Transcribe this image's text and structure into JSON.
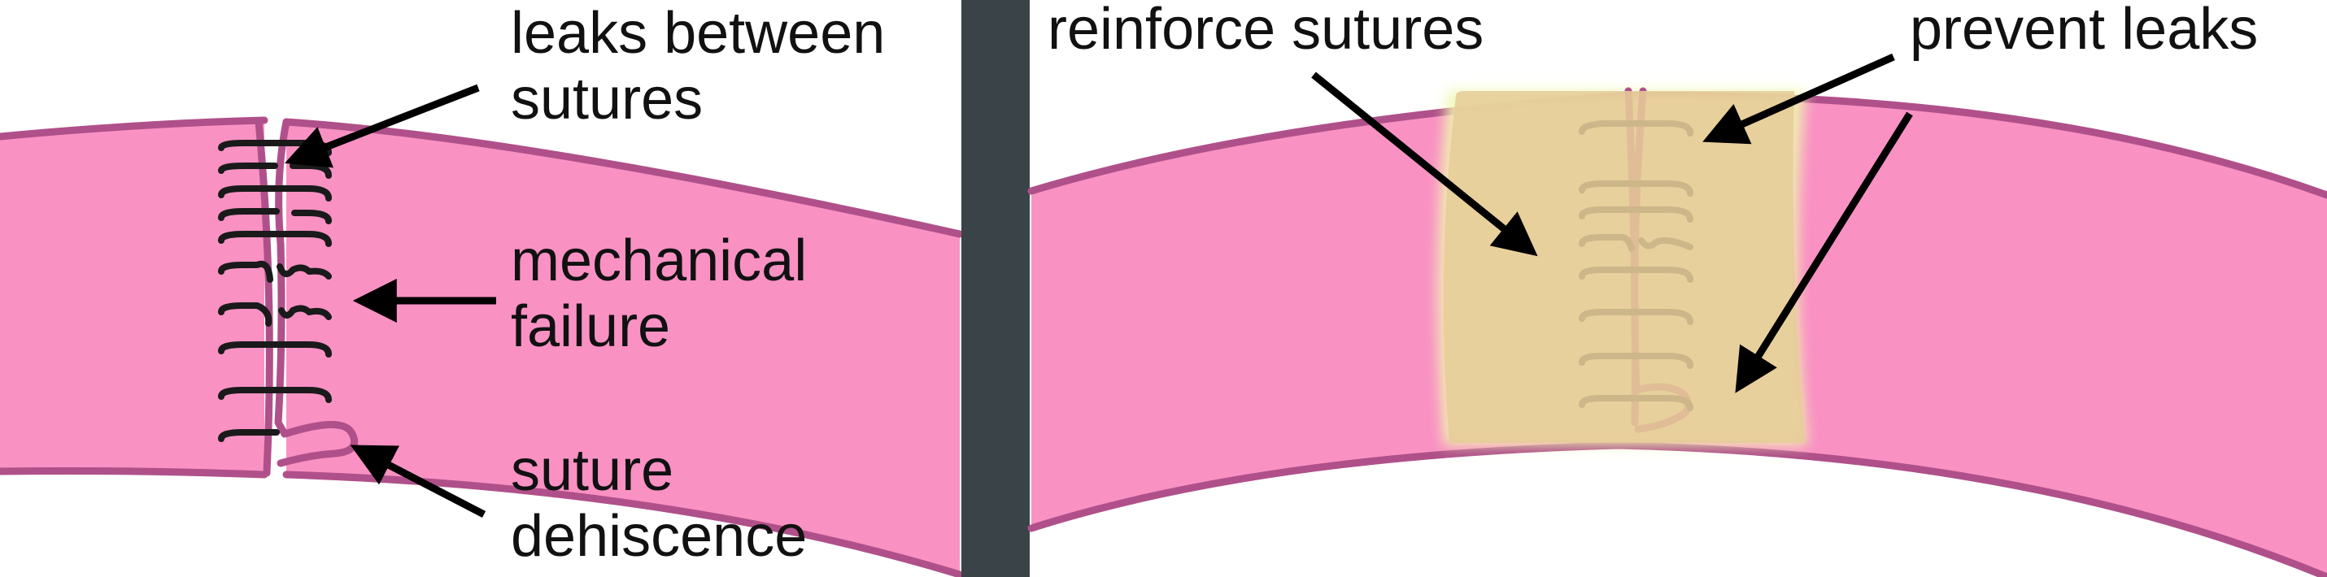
{
  "colors": {
    "vessel_fill": "#f991c3",
    "vessel_edge": "#b0508a",
    "suture": "#1a1a1a",
    "divider": "#3a4347",
    "patch_fill": "#e6cc99",
    "patch_glow": "#f0f7b0",
    "arrow": "#000000"
  },
  "left_panel": {
    "label_leaks": [
      "leaks between",
      "sutures"
    ],
    "label_mechanical": [
      "mechanical",
      "failure"
    ],
    "label_dehiscence": [
      "suture",
      "dehiscence"
    ]
  },
  "right_panel": {
    "label_reinforce": "reinforce sutures",
    "label_prevent": "prevent leaks"
  }
}
